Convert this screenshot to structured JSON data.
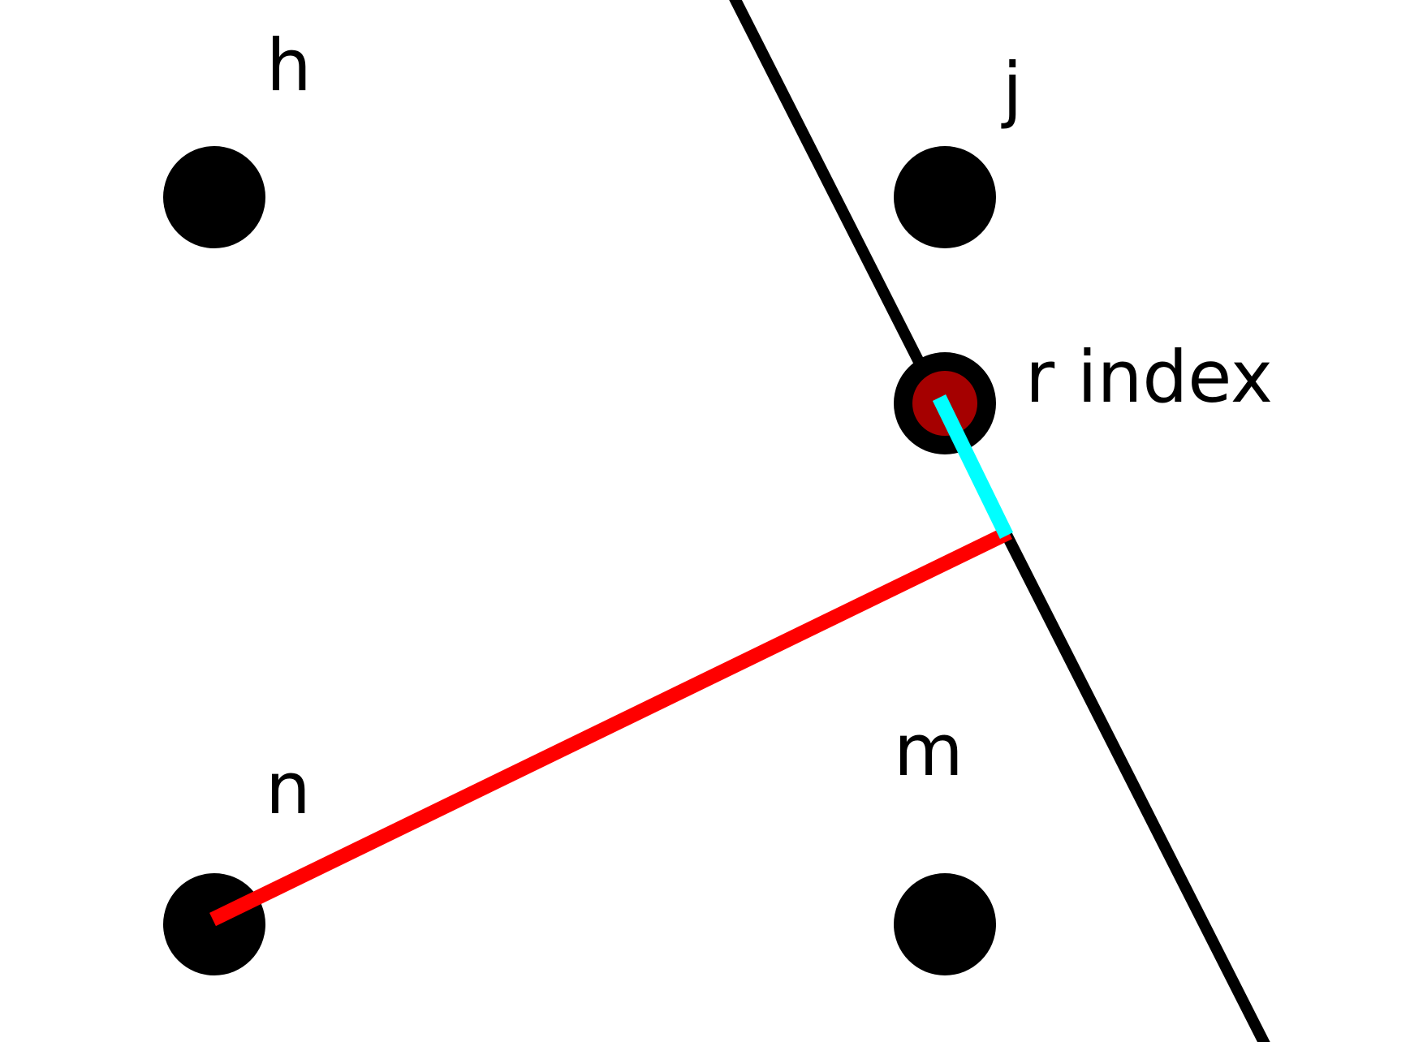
{
  "diagram": {
    "labels": {
      "h": "h",
      "j": "j",
      "r": "r index",
      "n": "n",
      "m": "m"
    },
    "colors": {
      "background": "#ffffff",
      "point": "#000000",
      "line": "#000000",
      "highlight_point": "#a50000",
      "projection_segment": "#ff0000",
      "perpendicular_segment": "#00ffff"
    }
  }
}
